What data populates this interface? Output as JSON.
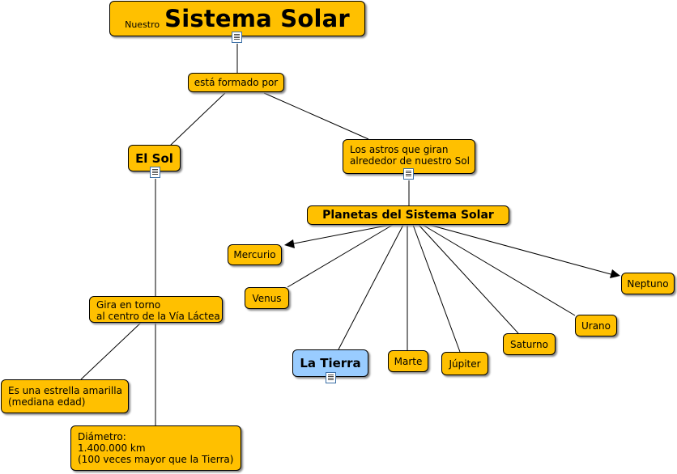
{
  "title": {
    "prefix": "Nuestro",
    "main": "Sistema Solar"
  },
  "link_phrase": "está formado por",
  "sun": {
    "label": "El Sol"
  },
  "orbiting": {
    "label": "Los astros que giran\nalrededor de nuestro Sol"
  },
  "planets_header": {
    "label": "Planetas del Sistema Solar"
  },
  "planets": {
    "mercurio": "Mercurio",
    "venus": "Venus",
    "tierra": "La Tierra",
    "marte": "Marte",
    "jupiter": "Júpiter",
    "saturno": "Saturno",
    "urano": "Urano",
    "neptuno": "Neptuno"
  },
  "sun_facts": {
    "orbit": "Gira en torno\nal centro de la Vía Láctea",
    "star": "Es una estrella amarilla\n(mediana edad)",
    "diameter": "Diámetro:\n1.400.000 km\n(100 veces mayor que la Tierra)"
  },
  "colors": {
    "node": "#ffc000",
    "highlight": "#99ccff",
    "border": "#000000"
  },
  "icons": [
    "document-icon"
  ]
}
